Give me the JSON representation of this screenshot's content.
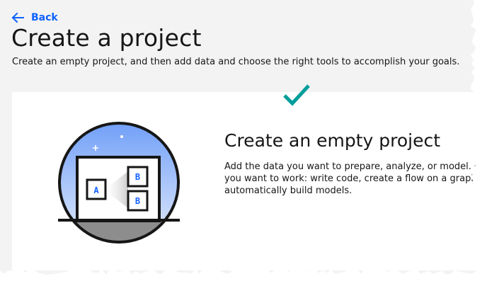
{
  "back": {
    "label": "Back"
  },
  "header": {
    "title": "Create a project",
    "subtitle": "Create an empty project, and then add data and choose the right tools to accomplish your goals."
  },
  "option_card": {
    "title": "Create an empty project",
    "description_lines": [
      "Add the data you want to prepare, analyze, or model. Ch",
      "you want to work: write code, create a flow on a graphic",
      "automatically build models."
    ],
    "selected": true,
    "illustration": {
      "box_a": "A",
      "box_b1": "B",
      "box_b2": "B"
    }
  },
  "colors": {
    "accent": "#0f62fe",
    "check": "#009d9a",
    "background": "#f3f3f3",
    "card": "#ffffff",
    "text": "#161616",
    "sky_top": "#6f9ef8",
    "sky_bottom": "#e4ecfb",
    "ground": "#8d8d8d"
  },
  "icons": {
    "back": "arrow-left-icon",
    "selected": "checkmark-icon"
  }
}
